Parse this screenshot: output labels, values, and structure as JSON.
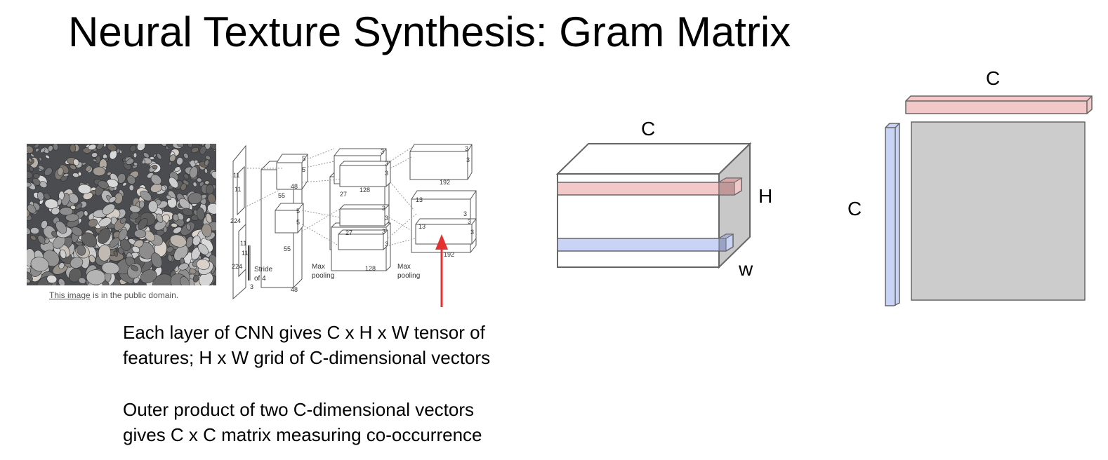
{
  "title": "Neural Texture Synthesis: Gram Matrix",
  "image_credit": {
    "link_text": "This image",
    "rest": " is in the public domain."
  },
  "cnn_diagram": {
    "labels": {
      "input_size": "224",
      "input_size_b": "224",
      "input_depth": "3",
      "conv1_k": "11",
      "conv1_k_b": "11",
      "conv1_k_c": "11",
      "conv1_k_d": "11",
      "stride_line1": "Stride",
      "stride_line2": "of 4",
      "l1_size": "55",
      "l1_size_b": "55",
      "l1_depth": "48",
      "k5a": "5",
      "k5b": "5",
      "k5c": "5",
      "k5d": "5",
      "l2_depth_top": "48",
      "maxpool1_line1": "Max",
      "maxpool1_line2": "pooling",
      "l2_size_a": "27",
      "l2_size_b": "27",
      "l2_depth_a": "128",
      "l2_depth_b": "128",
      "k3a": "3",
      "k3b": "3",
      "k3c": "3",
      "k3d": "3",
      "k3e": "3",
      "k3f": "3",
      "k3g": "3",
      "k3h": "3",
      "k3i": "3",
      "k3j": "3",
      "k3k": "3",
      "k3l": "3",
      "maxpool2_line1": "Max",
      "maxpool2_line2": "pooling",
      "l3_size_a": "13",
      "l3_size_b": "13",
      "l3_depth_a": "192",
      "l3_depth_b": "192"
    }
  },
  "paragraphs": [
    "Each layer of CNN gives C x H x W tensor of",
    "features; H x W grid of C-dimensional vectors",
    "Outer product of two C-dimensional vectors",
    "gives C x C matrix measuring co-occurrence"
  ],
  "tensor": {
    "label_c": "C",
    "label_h": "H",
    "label_w": "w"
  },
  "gram": {
    "label_c_top": "C",
    "label_c_left": "C"
  },
  "colors": {
    "pink_vector": "#f2c8c8",
    "blue_vector": "#c8d3f5",
    "gram_fill": "#cccccc",
    "tensor_side": "#c8c8c8",
    "arrow": "#e53030",
    "outline": "#666666"
  }
}
